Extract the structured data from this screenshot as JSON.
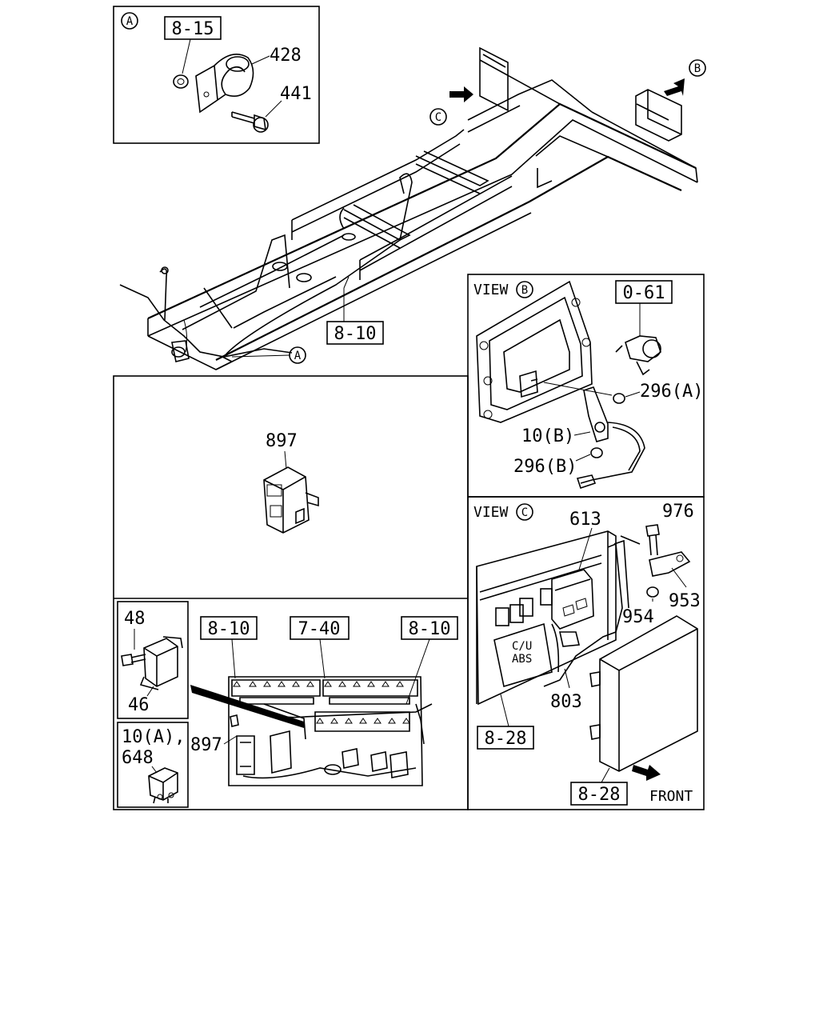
{
  "markers": {
    "a": "A",
    "b": "B",
    "c": "C"
  },
  "views": {
    "view_b": "VIEW",
    "view_c": "VIEW"
  },
  "refs": {
    "r_8_15": "8-15",
    "r_8_10_frame": "8-10",
    "r_0_61": "0-61",
    "r_8_10_left": "8-10",
    "r_7_40": "7-40",
    "r_8_10_right": "8-10",
    "r_8_28_a": "8-28",
    "r_8_28_b": "8-28"
  },
  "parts": {
    "p428": "428",
    "p441": "441",
    "p897_top": "897",
    "p296a": "296(A)",
    "p10b": "10(B)",
    "p296b": "296(B)",
    "p613": "613",
    "p976": "976",
    "p953": "953",
    "p954": "954",
    "p803": "803",
    "p48": "48",
    "p46": "46",
    "p10a": "10(A),",
    "p648": "648",
    "p897_bottom": "897"
  },
  "unit_text": {
    "cu": "C/U",
    "abs": "ABS"
  },
  "front": "FRONT"
}
